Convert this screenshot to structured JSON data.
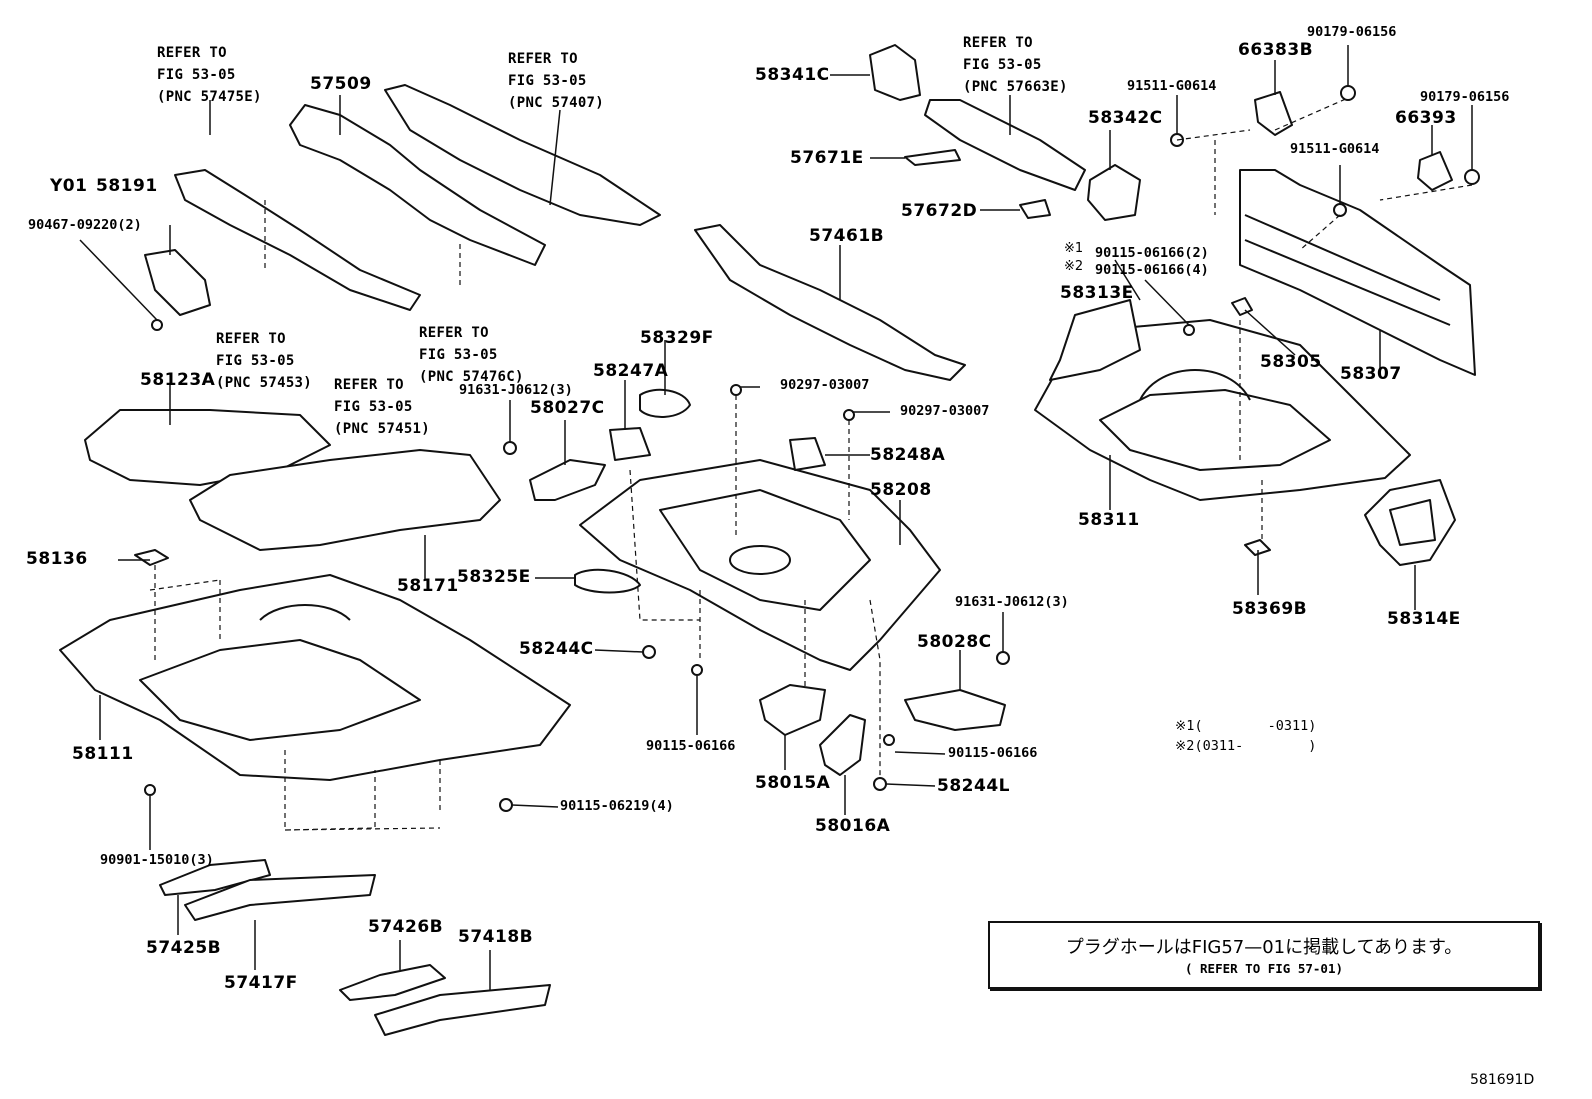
{
  "figure_number": "581691D",
  "notes": {
    "japanese": "プラグホールはFIG57—01に掲載してあります。",
    "english": "( REFER TO FIG 57-01)",
    "range1": "※1(        -0311)",
    "range2": "※2(0311-        )"
  },
  "refer_labels": {
    "r57475e": [
      "REFER TO",
      "FIG 53-05",
      "(PNC 57475E)"
    ],
    "r57407": [
      "REFER TO",
      "FIG 53-05",
      "(PNC 57407)"
    ],
    "r57663e": [
      "REFER TO",
      "FIG 53-05",
      "(PNC 57663E)"
    ],
    "r57453": [
      "REFER TO",
      "FIG 53-05",
      "(PNC 57453)"
    ],
    "r57476c": [
      "REFER TO",
      "FIG 53-05",
      "(PNC 57476C)"
    ],
    "r57451": [
      "REFER TO",
      "FIG 53-05",
      "(PNC 57451)"
    ]
  },
  "parts": {
    "p57509": "57509",
    "p58341c": "58341C",
    "p66383b": "66383B",
    "p90179a": "90179-06156",
    "p91511a": "91511-G0614",
    "p90179b": "90179-06156",
    "p66393": "66393",
    "p91511b": "91511-G0614",
    "p58342c": "58342C",
    "p57671e": "57671E",
    "p57672d": "57672D",
    "p57461b": "57461B",
    "py01": "Y01",
    "p58191": "58191",
    "p90467": "90467-09220(2)",
    "p90115a": "90115-06166(2)",
    "p90115b": "90115-06166(4)",
    "mark1": "※1",
    "mark2": "※2",
    "p58313e": "58313E",
    "p58305": "58305",
    "p58307": "58307",
    "p58329f": "58329F",
    "p58247a": "58247A",
    "p58123a": "58123A",
    "p91631a": "91631-J0612(3)",
    "p58027c": "58027C",
    "p90297a": "90297-03007",
    "p90297b": "90297-03007",
    "p58248a": "58248A",
    "p58208": "58208",
    "p58311": "58311",
    "p58136": "58136",
    "p58171": "58171",
    "p58325e": "58325E",
    "p58244c": "58244C",
    "p58369b": "58369B",
    "p58314e": "58314E",
    "p91631b": "91631-J0612(3)",
    "p58028c": "58028C",
    "p58111": "58111",
    "p90115c": "90115-06166",
    "p90115d": "90115-06166",
    "p58015a": "58015A",
    "p58244l": "58244L",
    "p58016a": "58016A",
    "p90115e": "90115-06219(4)",
    "p90901": "90901-15010(3)",
    "p57425b": "57425B",
    "p57417f": "57417F",
    "p57426b": "57426B",
    "p57418b": "57418B"
  }
}
